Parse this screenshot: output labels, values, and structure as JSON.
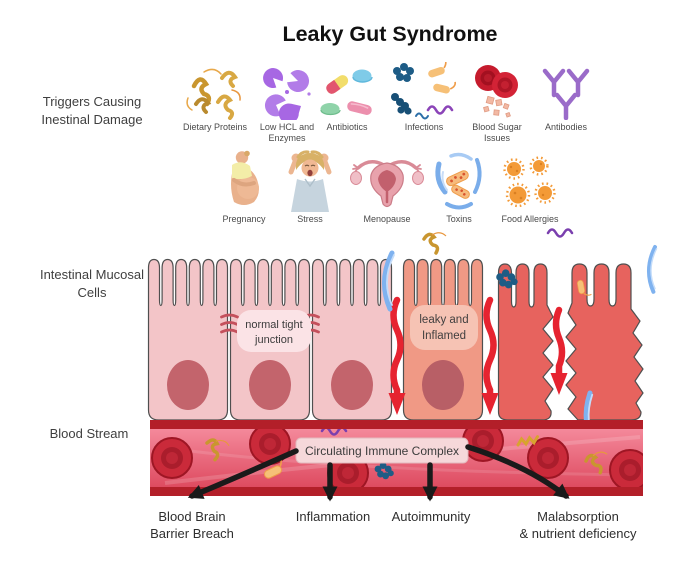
{
  "title": "Leaky Gut Syndrome",
  "side_labels": {
    "triggers": "Triggers Causing Inestinal Damage",
    "mucosa": "Intestinal Mucosal Cells",
    "bloodstream": "Blood Stream"
  },
  "triggers_row1": [
    {
      "label": "Dietary Proteins",
      "icon": "protein-ribbons-icon"
    },
    {
      "label": "Low HCL and Enzymes",
      "icon": "enzymes-icon"
    },
    {
      "label": "Antibiotics",
      "icon": "pills-icon"
    },
    {
      "label": "Infections",
      "icon": "bacteria-icon"
    },
    {
      "label": "Blood Sugar Issues",
      "icon": "blood-cells-sugar-icon"
    },
    {
      "label": "Antibodies",
      "icon": "antibody-icon"
    }
  ],
  "triggers_row2": [
    {
      "label": "Pregnancy",
      "icon": "pregnant-woman-icon"
    },
    {
      "label": "Stress",
      "icon": "stressed-person-icon"
    },
    {
      "label": "Menopause",
      "icon": "uterus-icon"
    },
    {
      "label": "Toxins",
      "icon": "toxin-splash-icon"
    },
    {
      "label": "Food Allergies",
      "icon": "allergen-pollen-icon"
    }
  ],
  "diagram": {
    "normal_junction": {
      "line1": "normal tight",
      "line2": "junction"
    },
    "leaky": {
      "line1": "leaky and",
      "line2": "Inflamed"
    },
    "immune_complex": "Circulating Immune Complex"
  },
  "outcomes": [
    {
      "line1": "Blood Brain",
      "line2": "Barrier Breach"
    },
    {
      "line1": "Inflammation",
      "line2": ""
    },
    {
      "line1": "Autoimmunity",
      "line2": ""
    },
    {
      "line1": "Malabsorption",
      "line2": "& nutrient deficiency"
    }
  ],
  "colors": {
    "healthy_cell": "#f3c5c8",
    "leaky_cell": "#f09985",
    "damaged_cell": "#e7635e",
    "nucleus": "#c3646c",
    "vessel_band": "#b31f29",
    "vessel_fill_top": "#f4899b",
    "vessel_fill_bottom": "#de4b60",
    "red_arrow": "#e62330",
    "junction_mark": "#c4505c",
    "normal_label_pill": "#fbe3e6",
    "leaky_label_pill": "#f6c3b4",
    "immune_box": "#f6d8da",
    "black_arrow": "#1a1a1a",
    "antibody_purple": "#9a6bc9",
    "bacteria_blue": "#1d5c86",
    "protein_gold": "#c9962f",
    "allergen_orange": "#f39a37"
  }
}
